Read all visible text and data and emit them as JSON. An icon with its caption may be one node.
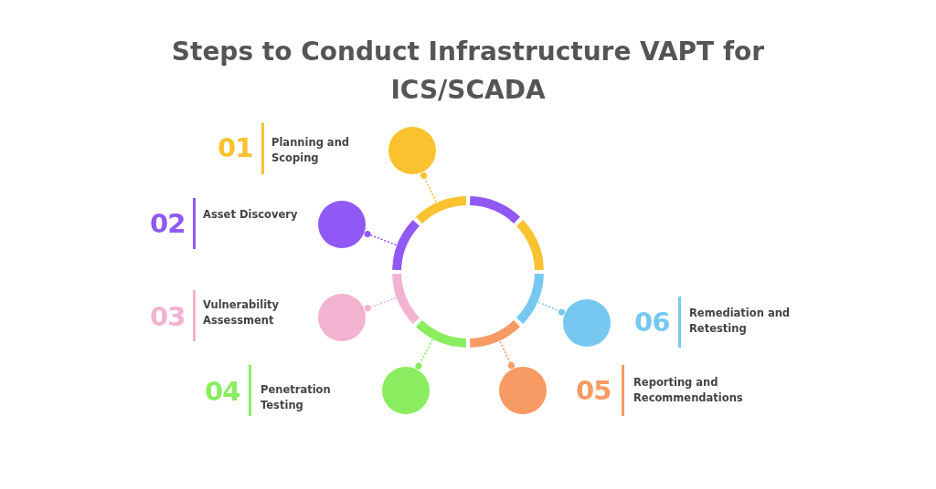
{
  "diagram": {
    "title": "Steps to Conduct Infrastructure VAPT for ICS/SCADA",
    "nodes": [
      {
        "text": [],
        "shape": "circle"
      },
      {
        "text": [],
        "shape": "circle",
        "beside": [
          "01",
          "Planning and Scoping"
        ]
      },
      {
        "text": [],
        "shape": "circle",
        "beside": [
          "02",
          "Asset Discovery"
        ]
      },
      {
        "text": [],
        "shape": "circle",
        "beside": [
          "03",
          "Vulnerability Assessment"
        ]
      },
      {
        "text": [],
        "shape": "circle",
        "beside": [
          "04",
          "Penetration Testing"
        ]
      },
      {
        "text": [],
        "shape": "circle",
        "beside": [
          "05",
          "Reporting and Recommendations"
        ]
      },
      {
        "text": [],
        "shape": "circle",
        "beside": [
          "06",
          "Remediation and Retesting"
        ]
      }
    ],
    "edges": [
      {
        "from": 0,
        "to": 1,
        "arrow": "other",
        "style": "dashed",
        "color": "#f9c22e"
      },
      {
        "from": 0,
        "to": 2,
        "arrow": "other",
        "style": "dashed",
        "color": "#9059f5"
      },
      {
        "from": 0,
        "to": 3,
        "arrow": "other",
        "style": "dashed",
        "color": "#f2b3d0"
      },
      {
        "from": 0,
        "to": 4,
        "arrow": "other",
        "style": "dashed",
        "color": "#8aed5f"
      },
      {
        "from": 0,
        "to": 5,
        "arrow": "other",
        "style": "dashed",
        "color": "#f79a63"
      },
      {
        "from": 0,
        "to": 6,
        "arrow": "other",
        "style": "dashed",
        "color": "#76c8f1"
      }
    ]
  }
}
